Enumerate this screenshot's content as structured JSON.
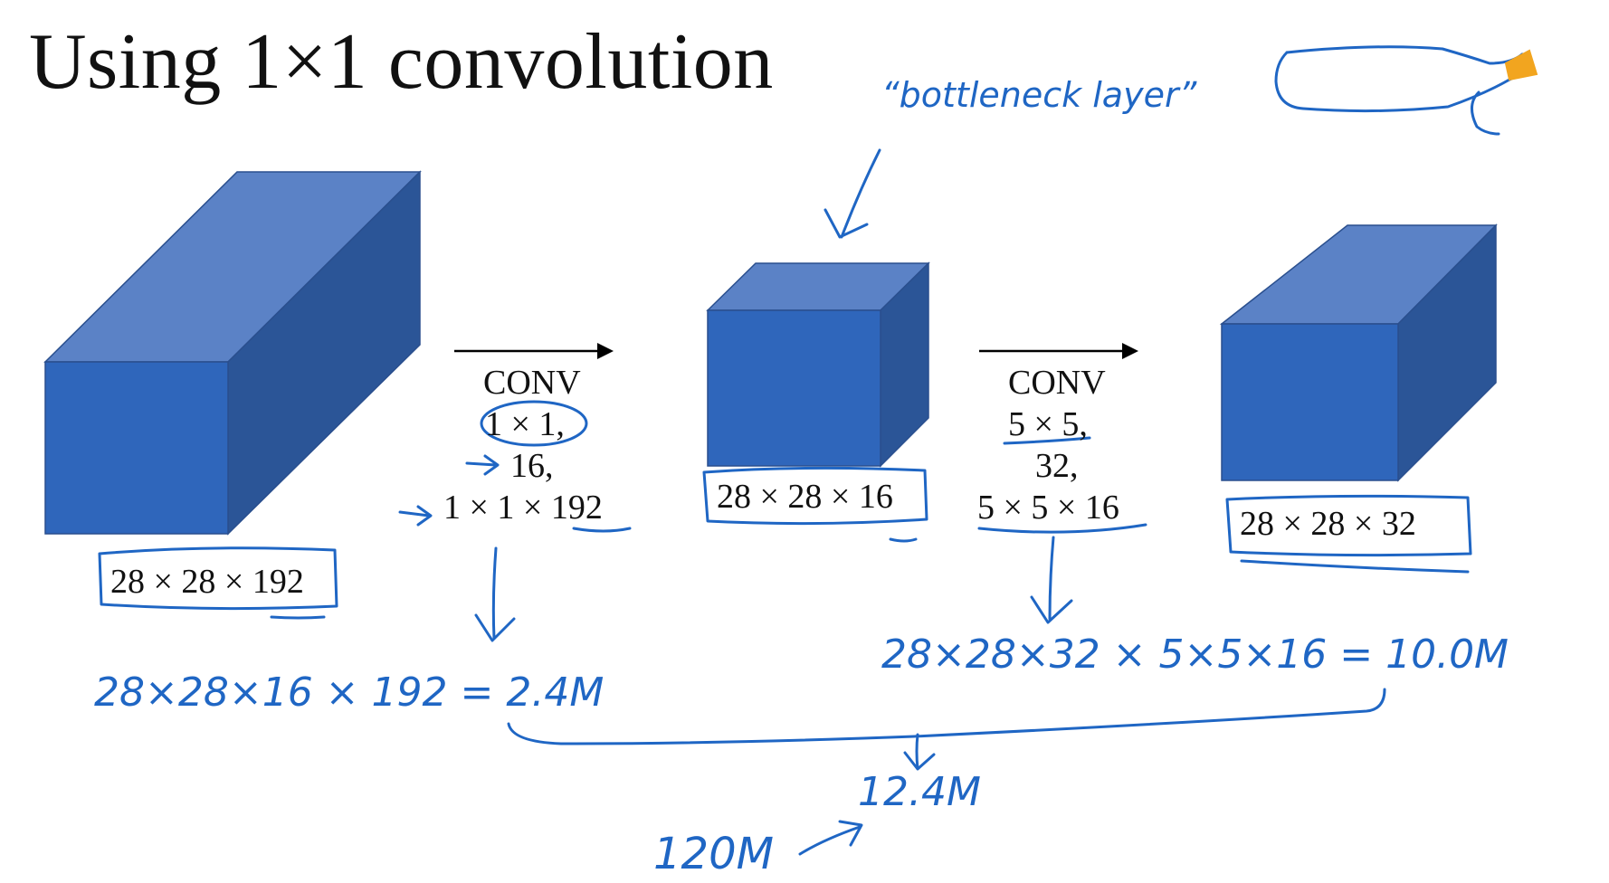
{
  "slide": {
    "title": "Using 1×1 convolution",
    "colors": {
      "cube_front": "#2f66bb",
      "cube_top": "#5b82c6",
      "cube_side": "#2b5597",
      "ink": "#1f66c4",
      "highlight": "#f2a51f"
    },
    "volumes": [
      {
        "label": "28 × 28 × 192"
      },
      {
        "label": "28 × 28 × 16"
      },
      {
        "label": "28 × 28 × 32"
      }
    ],
    "conv1": {
      "title": "CONV",
      "filter": "1 × 1,",
      "count": "16,",
      "shape": "1 × 1 × 192"
    },
    "conv2": {
      "title": "CONV",
      "filter": "5 × 5,",
      "count": "32,",
      "shape": "5 × 5 × 16"
    },
    "notes": {
      "bottleneck": "“bottleneck layer”",
      "cost1": "28×28×16 × 192 = 2.4M",
      "cost2": "28×28×32 × 5×5×16 = 10.0M",
      "total": "12.4M",
      "compare": "120M"
    }
  }
}
